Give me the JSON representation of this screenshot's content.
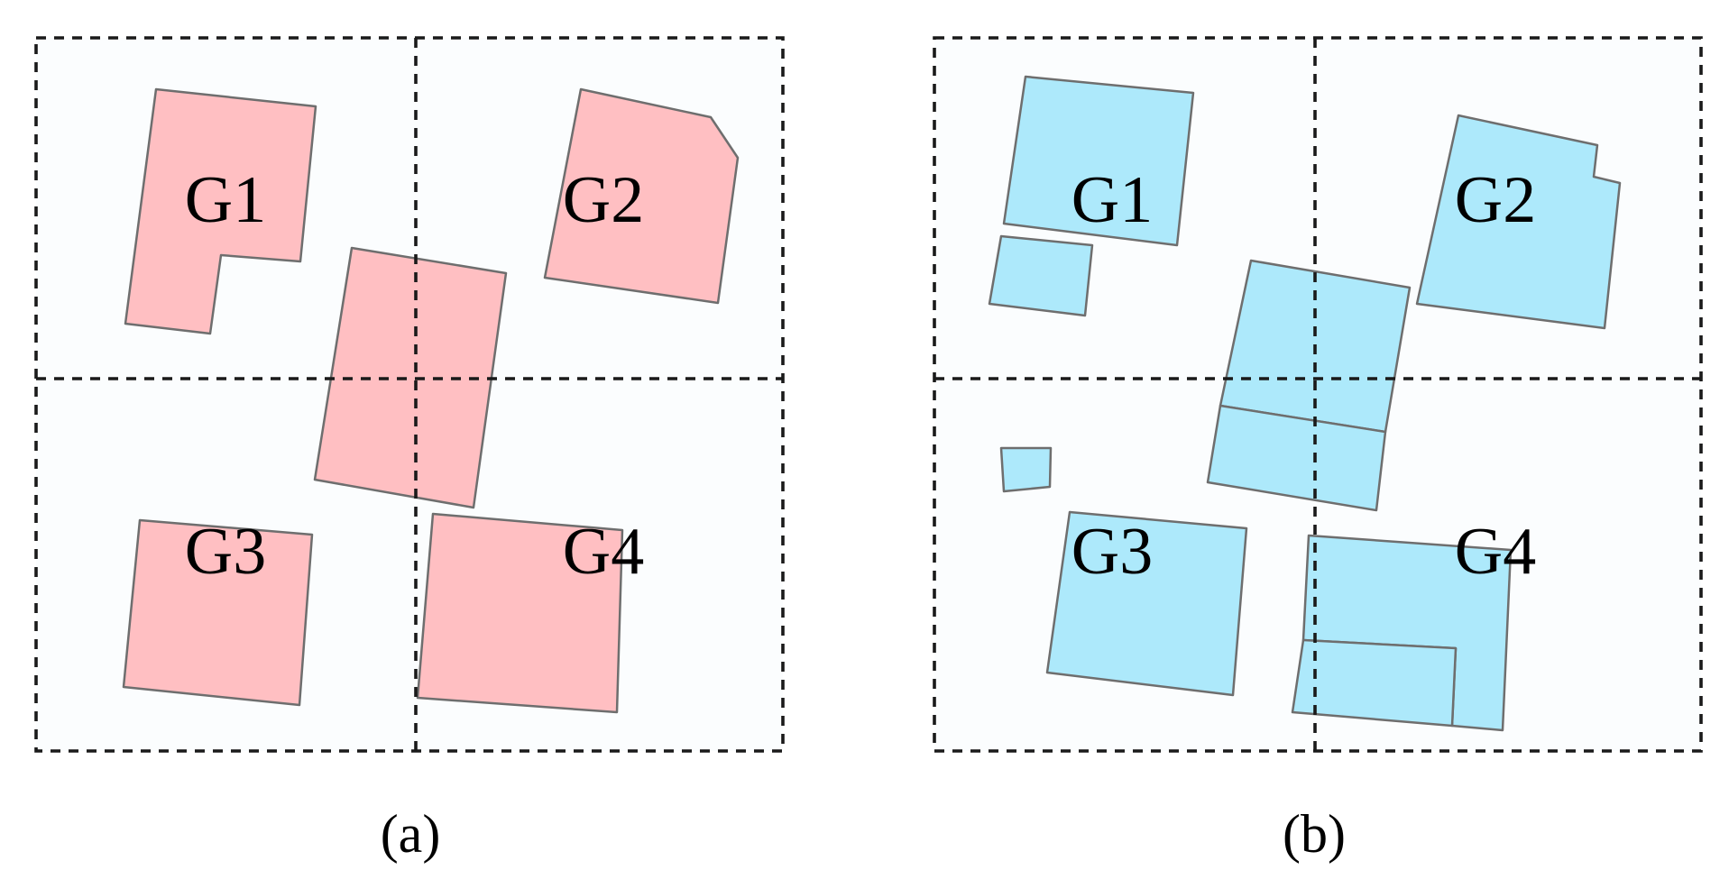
{
  "panels": [
    {
      "caption": "(a)",
      "cells": [
        "G1",
        "G2",
        "G3",
        "G4"
      ],
      "fill_color": "#ffbfc2"
    },
    {
      "caption": "(b)",
      "cells": [
        "G1",
        "G2",
        "G3",
        "G4"
      ],
      "fill_color": "#ade9fb"
    }
  ],
  "grid_line_color": "#1a1a1a",
  "outline_color": "#6e6e6e"
}
